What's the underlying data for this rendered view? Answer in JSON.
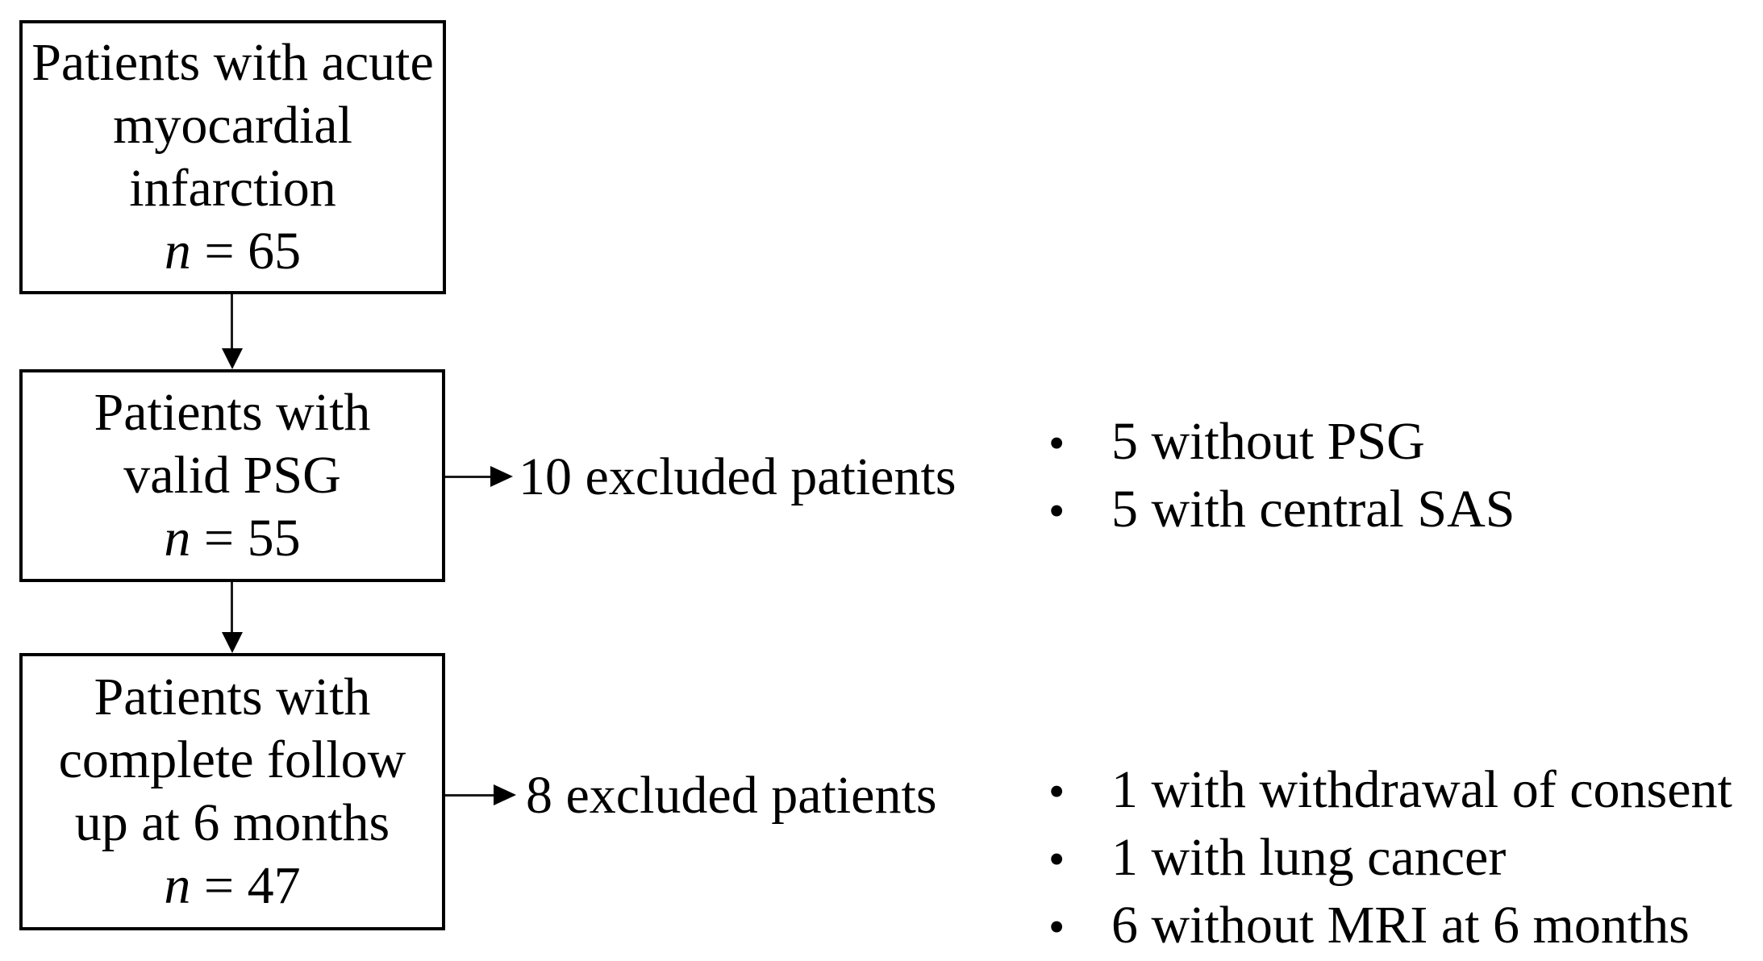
{
  "flowchart": {
    "bullet_char": "•",
    "colors": {
      "line": "#000000",
      "text": "#000000",
      "background": "#ffffff"
    },
    "boxes": [
      {
        "lines": [
          "Patients with acute",
          "myocardial",
          "infarction"
        ],
        "count_label": "n",
        "count_value": " = 65"
      },
      {
        "lines": [
          "Patients with",
          "valid PSG"
        ],
        "count_label": "n",
        "count_value": " = 55"
      },
      {
        "lines": [
          "Patients with",
          "complete follow",
          "up at 6 months"
        ],
        "count_label": "n",
        "count_value": " = 47"
      }
    ],
    "exclusions": [
      {
        "label": "10 excluded patients",
        "bullets": [
          "5 without PSG",
          "5 with central SAS"
        ]
      },
      {
        "label": "8 excluded patients",
        "bullets": [
          "1 with withdrawal of consent",
          "1 with lung cancer",
          "6 without MRI at 6 months"
        ]
      }
    ]
  }
}
